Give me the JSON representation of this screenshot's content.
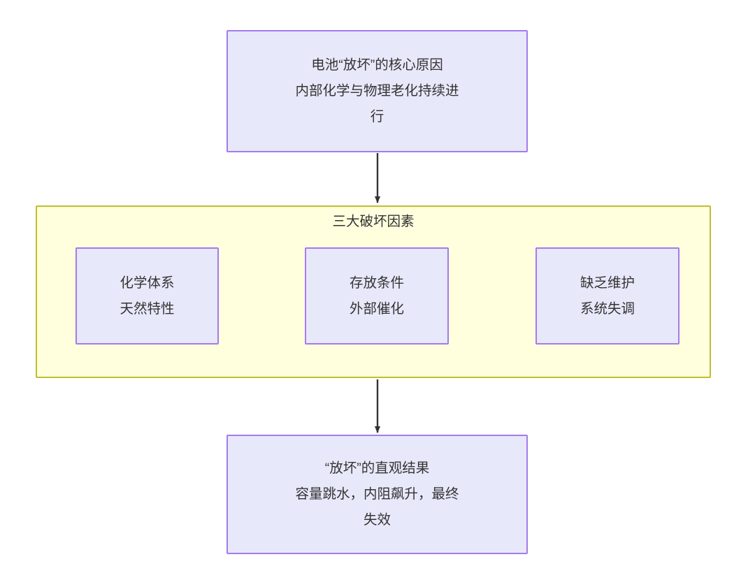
{
  "diagram": {
    "type": "flowchart",
    "direction": "top-to-bottom",
    "background_color": "#ffffff",
    "node_fill": "#e8e8fb",
    "node_stroke": "#a37bec",
    "cluster_fill": "#ffffde",
    "cluster_stroke": "#bfbf2f",
    "edge_color": "#333333",
    "text_color": "#333333"
  },
  "nodes": {
    "root": {
      "id": "root",
      "label": "电池“放坏”的核心原因\n内部化学与物理老化持续进\n行",
      "line1": "电池“放坏”的核心原因",
      "line2": "内部化学与物理老化持续进行"
    },
    "chem": {
      "id": "chem",
      "label": "化学体系\n天然特性",
      "line1": "化学体系",
      "line2": "天然特性"
    },
    "storage": {
      "id": "storage",
      "label": "存放条件\n外部催化",
      "line1": "存放条件",
      "line2": "外部催化"
    },
    "maintenance": {
      "id": "maintenance",
      "label": "缺乏维护\n系统失调",
      "line1": "缺乏维护",
      "line2": "系统失调"
    },
    "result": {
      "id": "result",
      "label": "“放坏”的直观结果\n容量跳水，内阻飙升，最终\n失效",
      "line1": "“放坏”的直观结果",
      "line2": "容量跳水，内阻飙升，最终失效"
    }
  },
  "cluster": {
    "id": "three-factors",
    "title": "三大破坏因素",
    "members": [
      "chem",
      "storage",
      "maintenance"
    ]
  },
  "edges": [
    {
      "id": "e1",
      "from": "root",
      "to": "three-factors",
      "label": "",
      "style": "solid-arrow",
      "orientation": "vertical"
    },
    {
      "id": "e2",
      "from": "chem",
      "to": "storage",
      "label": "",
      "style": "solid-arrow",
      "orientation": "horizontal"
    },
    {
      "id": "e3",
      "from": "storage",
      "to": "maintenance",
      "label": "",
      "style": "solid-arrow",
      "orientation": "horizontal"
    },
    {
      "id": "e4",
      "from": "three-factors",
      "to": "result",
      "label": "",
      "style": "solid-arrow",
      "orientation": "vertical"
    }
  ]
}
